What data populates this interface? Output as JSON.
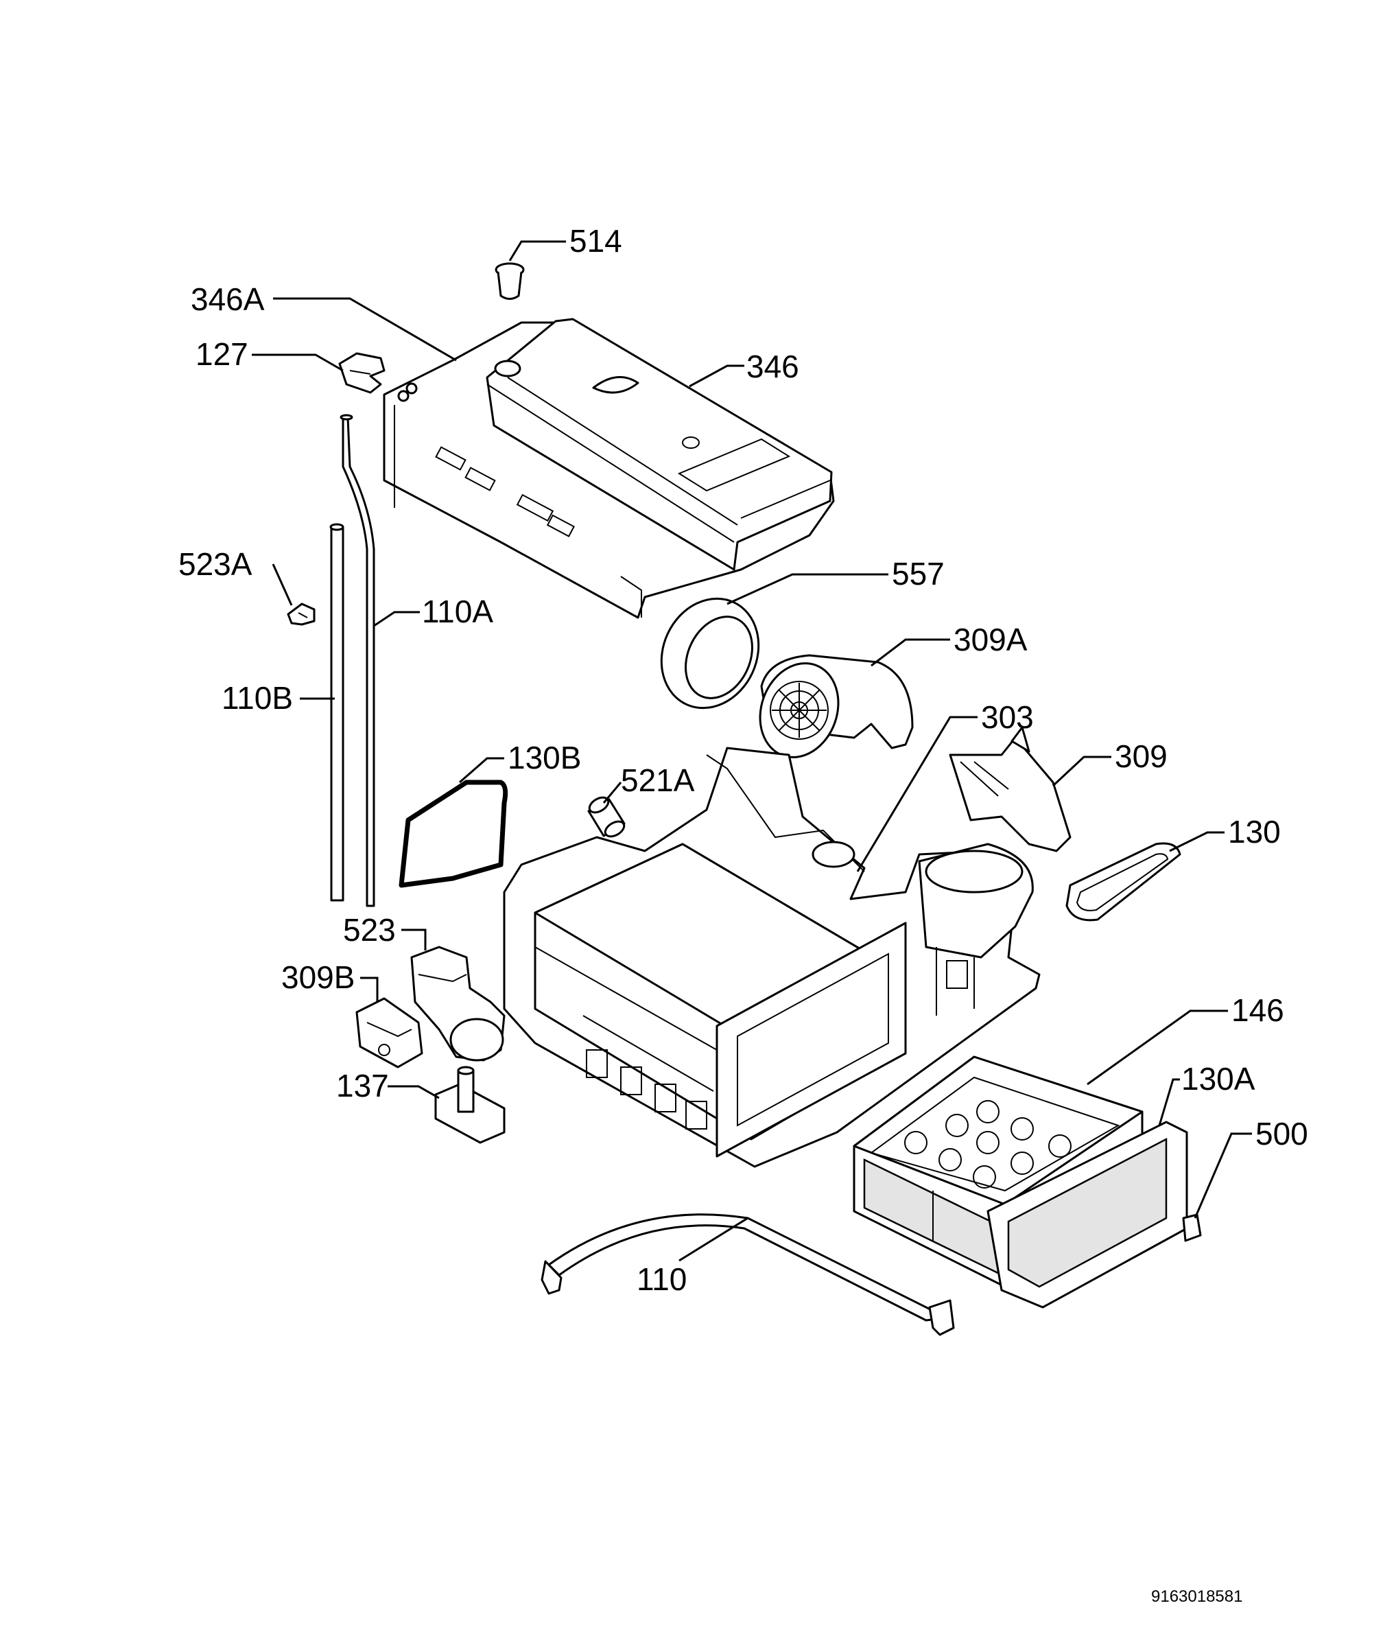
{
  "labels": {
    "p514": "514",
    "p346A": "346A",
    "p127": "127",
    "p346": "346",
    "p523A": "523A",
    "p110A": "110A",
    "p557": "557",
    "p309A": "309A",
    "p110B": "110B",
    "p303": "303",
    "p130B": "130B",
    "p521A": "521A",
    "p309": "309",
    "p130": "130",
    "p523": "523",
    "p309B": "309B",
    "p146": "146",
    "p137": "137",
    "p130A": "130A",
    "p500": "500",
    "p110": "110"
  },
  "document_number": "9163018581"
}
